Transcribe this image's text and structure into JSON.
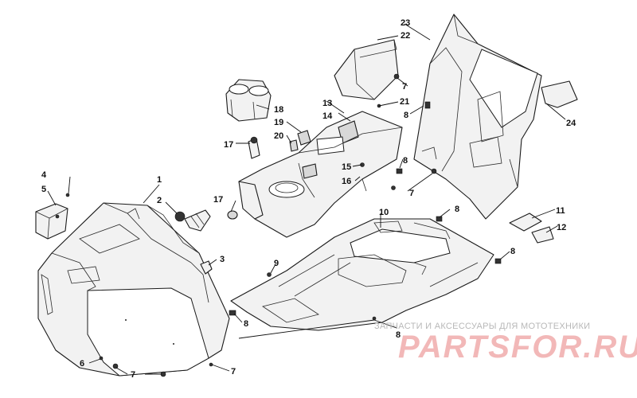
{
  "callouts": {
    "c1": "1",
    "c2": "2",
    "c3": "3",
    "c4": "4",
    "c5": "5",
    "c6": "6",
    "c7": "7",
    "c8": "8",
    "c9": "9",
    "c10": "10",
    "c11": "11",
    "c12": "12",
    "c13": "13",
    "c14": "14",
    "c15": "15",
    "c16": "16",
    "c17": "17",
    "c18": "18",
    "c19": "19",
    "c20": "20",
    "c21": "21",
    "c22": "22",
    "c23": "23",
    "c24": "24"
  },
  "watermark": {
    "tagline": "ЗАПЧАСТИ И АКСЕССУАРЫ ДЛЯ МОТОТЕХНИКИ",
    "brand": "PARTSFOR.RU"
  },
  "colors": {
    "line": "#1a1a1a",
    "part_fill": "#f2f2f2",
    "watermark_brand": "#f2b8b8",
    "watermark_text": "#b8b8b8"
  }
}
